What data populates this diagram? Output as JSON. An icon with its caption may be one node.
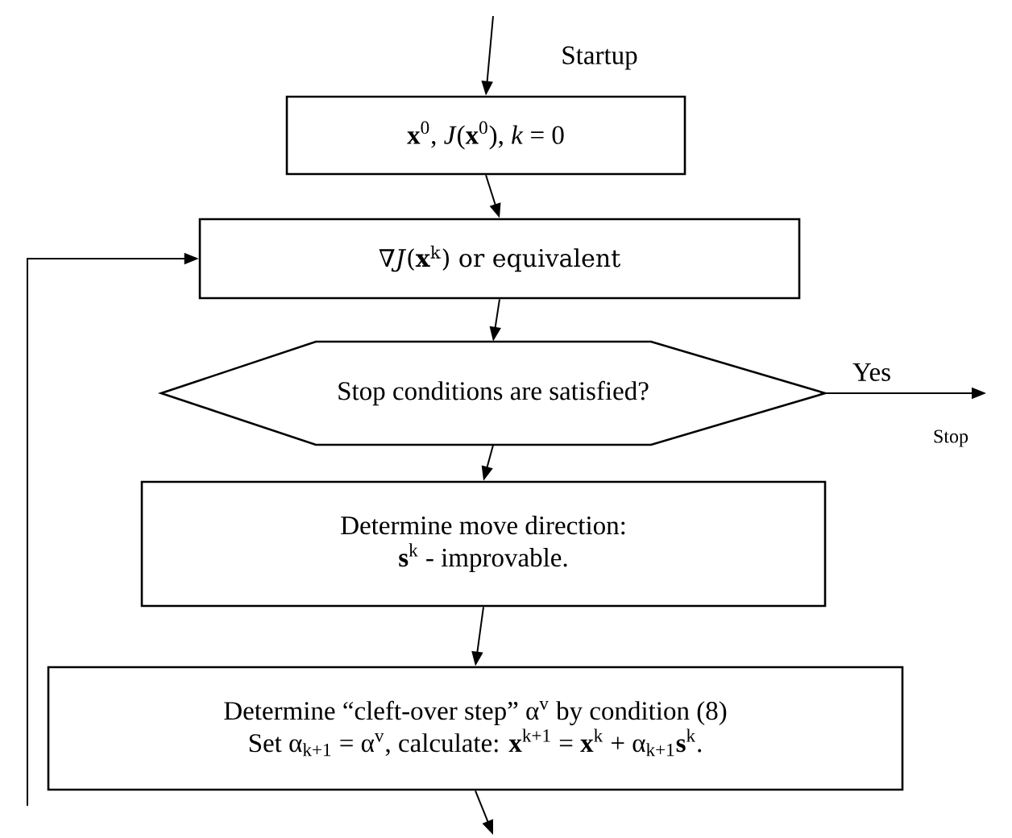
{
  "diagram": {
    "nodes": [
      {
        "text": [
          "**x**$^{0}$, *J*(**x**$^{0}$), *k* = 0"
        ]
      },
      {
        "text": [
          "∇*J*(**x**$^{k}$) or equivalent"
        ]
      },
      {
        "text": [
          "Stop conditions are satisfied?"
        ]
      },
      {
        "text": [
          "Determine move direction:",
          "**s**$^{k}$ - improvable."
        ]
      },
      {
        "text": [
          "Determine “cleft-over step” α$^{v}$ by condition (8)",
          "Set α$_{k+1}$ = α$^{v}$, calculate: **x**$^{k+1}$ = **x**$^{k}$ + α$_{k+1}$**s**$^{k}$."
        ]
      },
      {
        "text": [
          "Stop"
        ]
      }
    ],
    "edges": [
      {
        "from": null,
        "to": 0,
        "arrow": "to",
        "label": "Startup"
      },
      {
        "from": 0,
        "to": 1,
        "arrow": "to"
      },
      {
        "from": 1,
        "to": 2,
        "arrow": "to"
      },
      {
        "from": 2,
        "to": 5,
        "arrow": "to",
        "label": "Yes"
      },
      {
        "from": 2,
        "to": 3,
        "arrow": "to"
      },
      {
        "from": 3,
        "to": 4,
        "arrow": "to"
      },
      {
        "from": 4,
        "to": null,
        "arrow": "to"
      },
      {
        "from": null,
        "to": 1,
        "arrow": "to"
      }
    ]
  }
}
